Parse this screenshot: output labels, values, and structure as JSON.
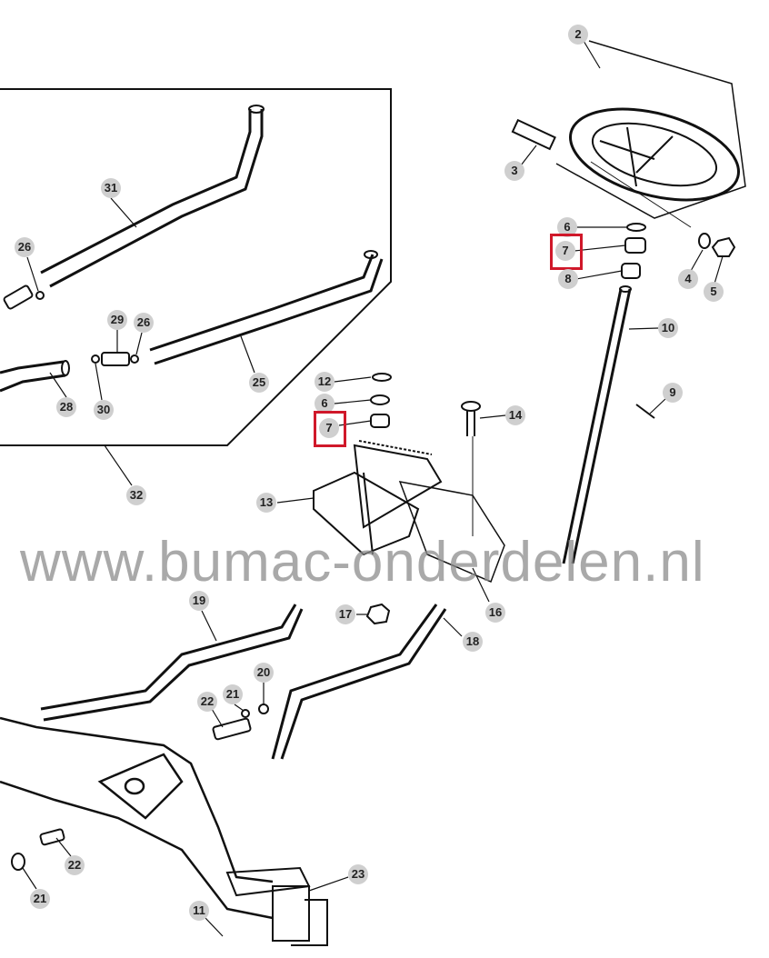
{
  "watermark": "www.bumac-onderdelen.nl",
  "highlight_color": "#d0182a",
  "callouts": {
    "c2": "2",
    "c3": "3",
    "c6a": "6",
    "c7a": "7",
    "c8": "8",
    "c4": "4",
    "c5": "5",
    "c10": "10",
    "c9": "9",
    "c31": "31",
    "c26a": "26",
    "c29": "29",
    "c26b": "26",
    "c25": "25",
    "c28": "28",
    "c30": "30",
    "c32": "32",
    "c12": "12",
    "c6b": "6",
    "c7b": "7",
    "c14": "14",
    "c13": "13",
    "c16": "16",
    "c17": "17",
    "c18": "18",
    "c19": "19",
    "c22a": "22",
    "c21a": "21",
    "c20": "20",
    "c23": "23",
    "c22b": "22",
    "c21b": "21",
    "c11": "11"
  }
}
